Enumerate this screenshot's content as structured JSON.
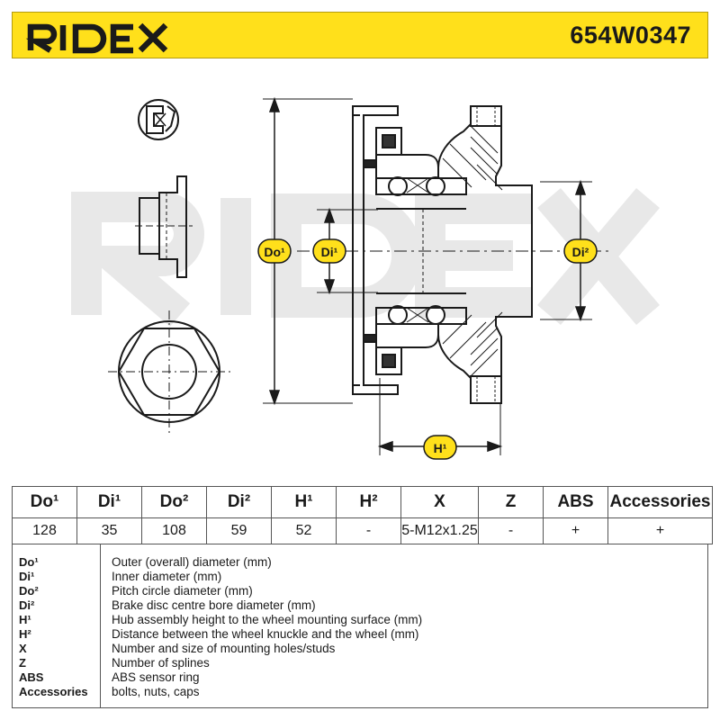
{
  "header": {
    "brand": "RIDEX",
    "part_number": "654W0347"
  },
  "drawing": {
    "watermark": "RIDEX",
    "dimension_labels": {
      "do1": "Do¹",
      "di1": "Di¹",
      "di2": "Di²",
      "h1": "H¹"
    }
  },
  "spec_table": {
    "headers": [
      "Do¹",
      "Di¹",
      "Do²",
      "Di²",
      "H¹",
      "H²",
      "X",
      "Z",
      "ABS",
      "Accessories"
    ],
    "values": [
      "128",
      "35",
      "108",
      "59",
      "52",
      "-",
      "5-M12x1.25",
      "-",
      "+",
      "+"
    ]
  },
  "legend": [
    {
      "key": "Do¹",
      "desc": "Outer (overall) diameter (mm)"
    },
    {
      "key": "Di¹",
      "desc": "Inner diameter (mm)"
    },
    {
      "key": "Do²",
      "desc": "Pitch circle diameter (mm)"
    },
    {
      "key": "Di²",
      "desc": "Brake disc centre bore diameter (mm)"
    },
    {
      "key": "H¹",
      "desc": "Hub assembly height to the wheel mounting surface (mm)"
    },
    {
      "key": "H²",
      "desc": "Distance between the wheel knuckle and the wheel (mm)"
    },
    {
      "key": "X",
      "desc": "Number and size of mounting holes/studs"
    },
    {
      "key": "Z",
      "desc": "Number of splines"
    },
    {
      "key": "ABS",
      "desc": "ABS sensor ring"
    },
    {
      "key": "Accessories",
      "desc": "bolts, nuts, caps"
    }
  ],
  "colors": {
    "header_bg": "#ffe01b",
    "label_bubble": "#ffe01b",
    "line": "#1a1a1a",
    "watermark": "#e6e6e6"
  }
}
